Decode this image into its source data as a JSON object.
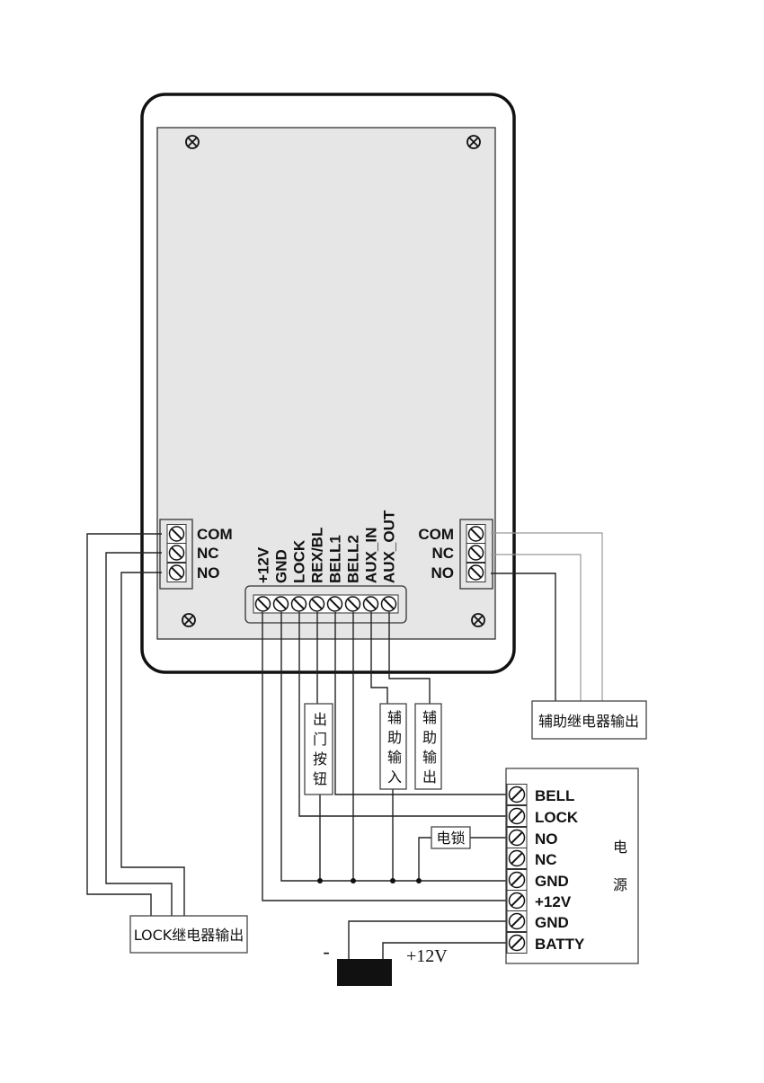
{
  "device": {
    "main_terminals": [
      "+12V",
      "GND",
      "LOCK",
      "REX/BL",
      "BELL1",
      "BELL2",
      "AUX_IN",
      "AUX_OUT"
    ],
    "left_relay": [
      "COM",
      "NC",
      "NO"
    ],
    "right_relay": [
      "COM",
      "NC",
      "NO"
    ]
  },
  "labels": {
    "exit_button": "出门按钮",
    "aux_input": "辅助输入",
    "aux_output": "辅助输出",
    "aux_relay_output": "辅助继电器输出",
    "lock_relay_output": "LOCK继电器输出",
    "electric_lock": "电锁"
  },
  "power_supply": {
    "title": "电源",
    "title_chars": [
      "电",
      "源"
    ],
    "terminals": [
      "BELL",
      "LOCK",
      "NO",
      "NC",
      "GND",
      "+12V",
      "GND",
      "BATTY"
    ]
  },
  "battery": {
    "minus": "-",
    "plus": "+12V"
  }
}
